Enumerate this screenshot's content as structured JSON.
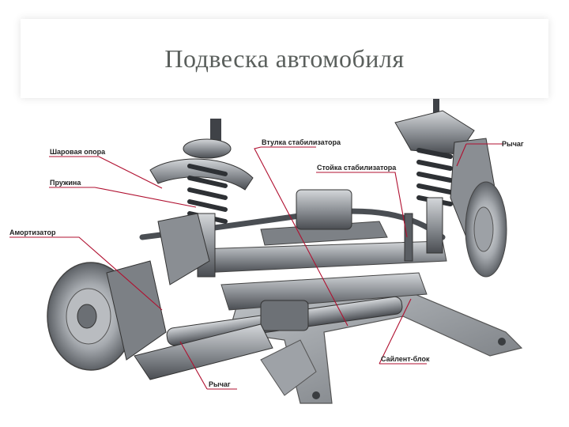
{
  "slide": {
    "title": "Подвеска автомобиля"
  },
  "labels": {
    "ball_joint": "Шаровая опора",
    "spring": "Пружина",
    "shock_absorber": "Амортизатор",
    "stabilizer_bushing": "Втулка стабилизатора",
    "stabilizer_link": "Стойка стабилизатора",
    "lever_right": "Рычаг",
    "silent_block": "Сайлент-блок",
    "lever_bottom": "Рычаг"
  },
  "colors": {
    "leader": "#b01030",
    "metal_dark": "#3a3d40",
    "metal_mid": "#8d9196",
    "metal_light": "#c9ccd0"
  }
}
